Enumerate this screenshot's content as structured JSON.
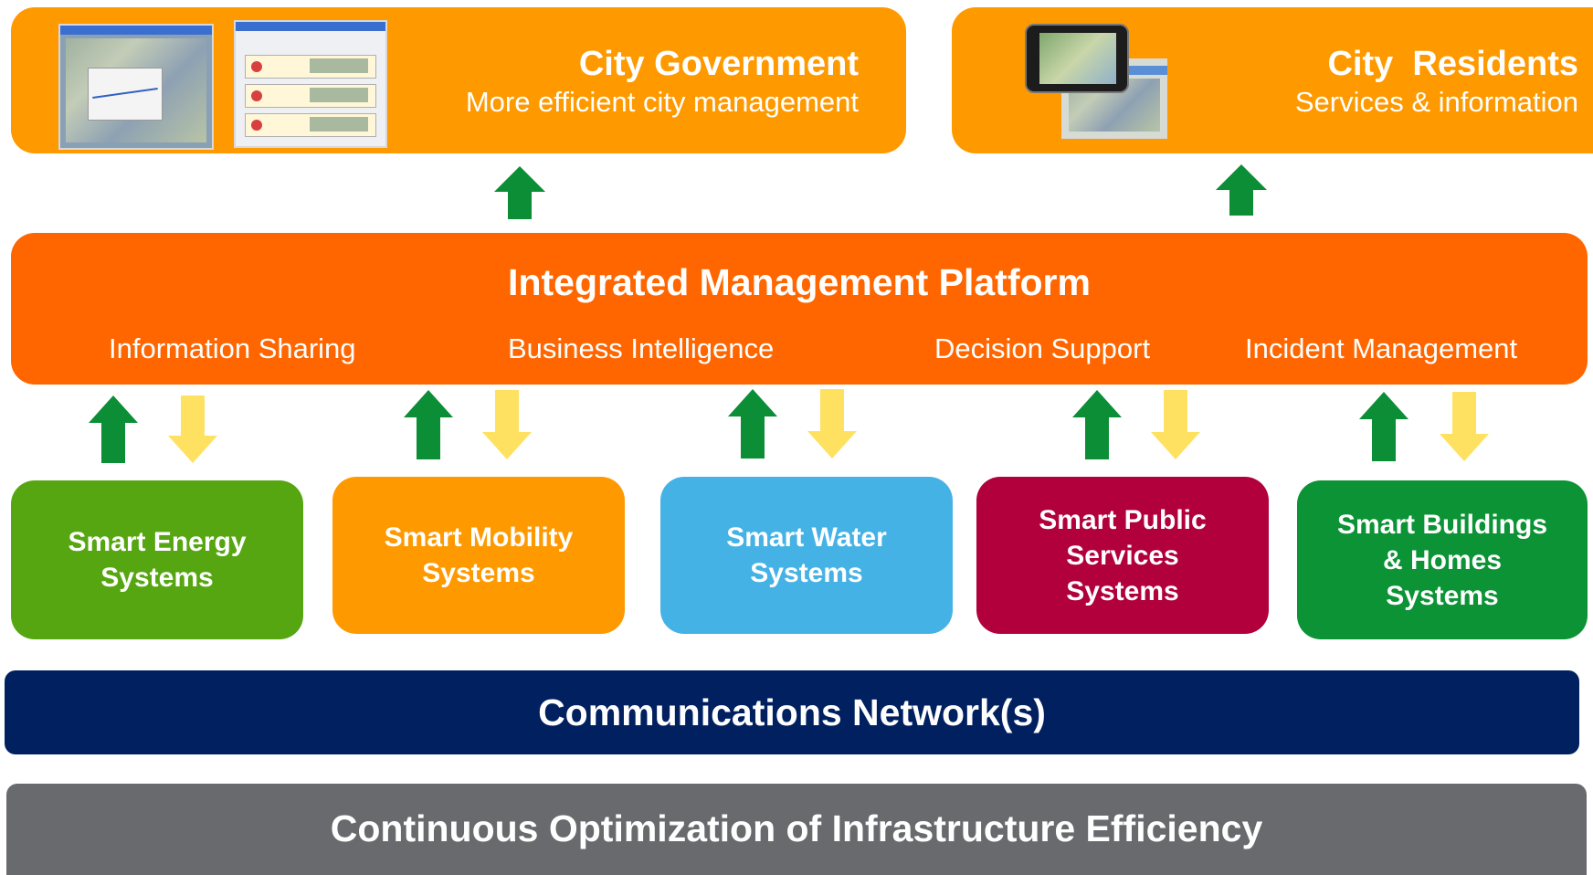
{
  "colors": {
    "top_boxes": "#FF9900",
    "platform": "#FF6600",
    "arrow_up": "#0B8E36",
    "arrow_down": "#FFE162",
    "energy": "#55A611",
    "mobility": "#FF9900",
    "water": "#45B2E6",
    "public_services": "#B1003C",
    "buildings": "#0B9335",
    "network": "#002060",
    "optimization": "#696A6E"
  },
  "city_government": {
    "title": "City Government",
    "subtitle": "More efficient city management"
  },
  "city_residents": {
    "title": "City  Residents",
    "subtitle": "Services & information"
  },
  "platform": {
    "title": "Integrated Management Platform",
    "capabilities": [
      "Information Sharing",
      "Business Intelligence",
      "Decision Support",
      "Incident Management"
    ]
  },
  "systems": [
    {
      "label": "Smart Energy\nSystems"
    },
    {
      "label": "Smart Mobility\nSystems"
    },
    {
      "label": "Smart Water\nSystems"
    },
    {
      "label": "Smart Public\nServices\nSystems"
    },
    {
      "label": "Smart Buildings\n& Homes\nSystems"
    }
  ],
  "network": {
    "label": "Communications Network(s)"
  },
  "optimization": {
    "label": "Continuous Optimization of Infrastructure Efficiency"
  }
}
